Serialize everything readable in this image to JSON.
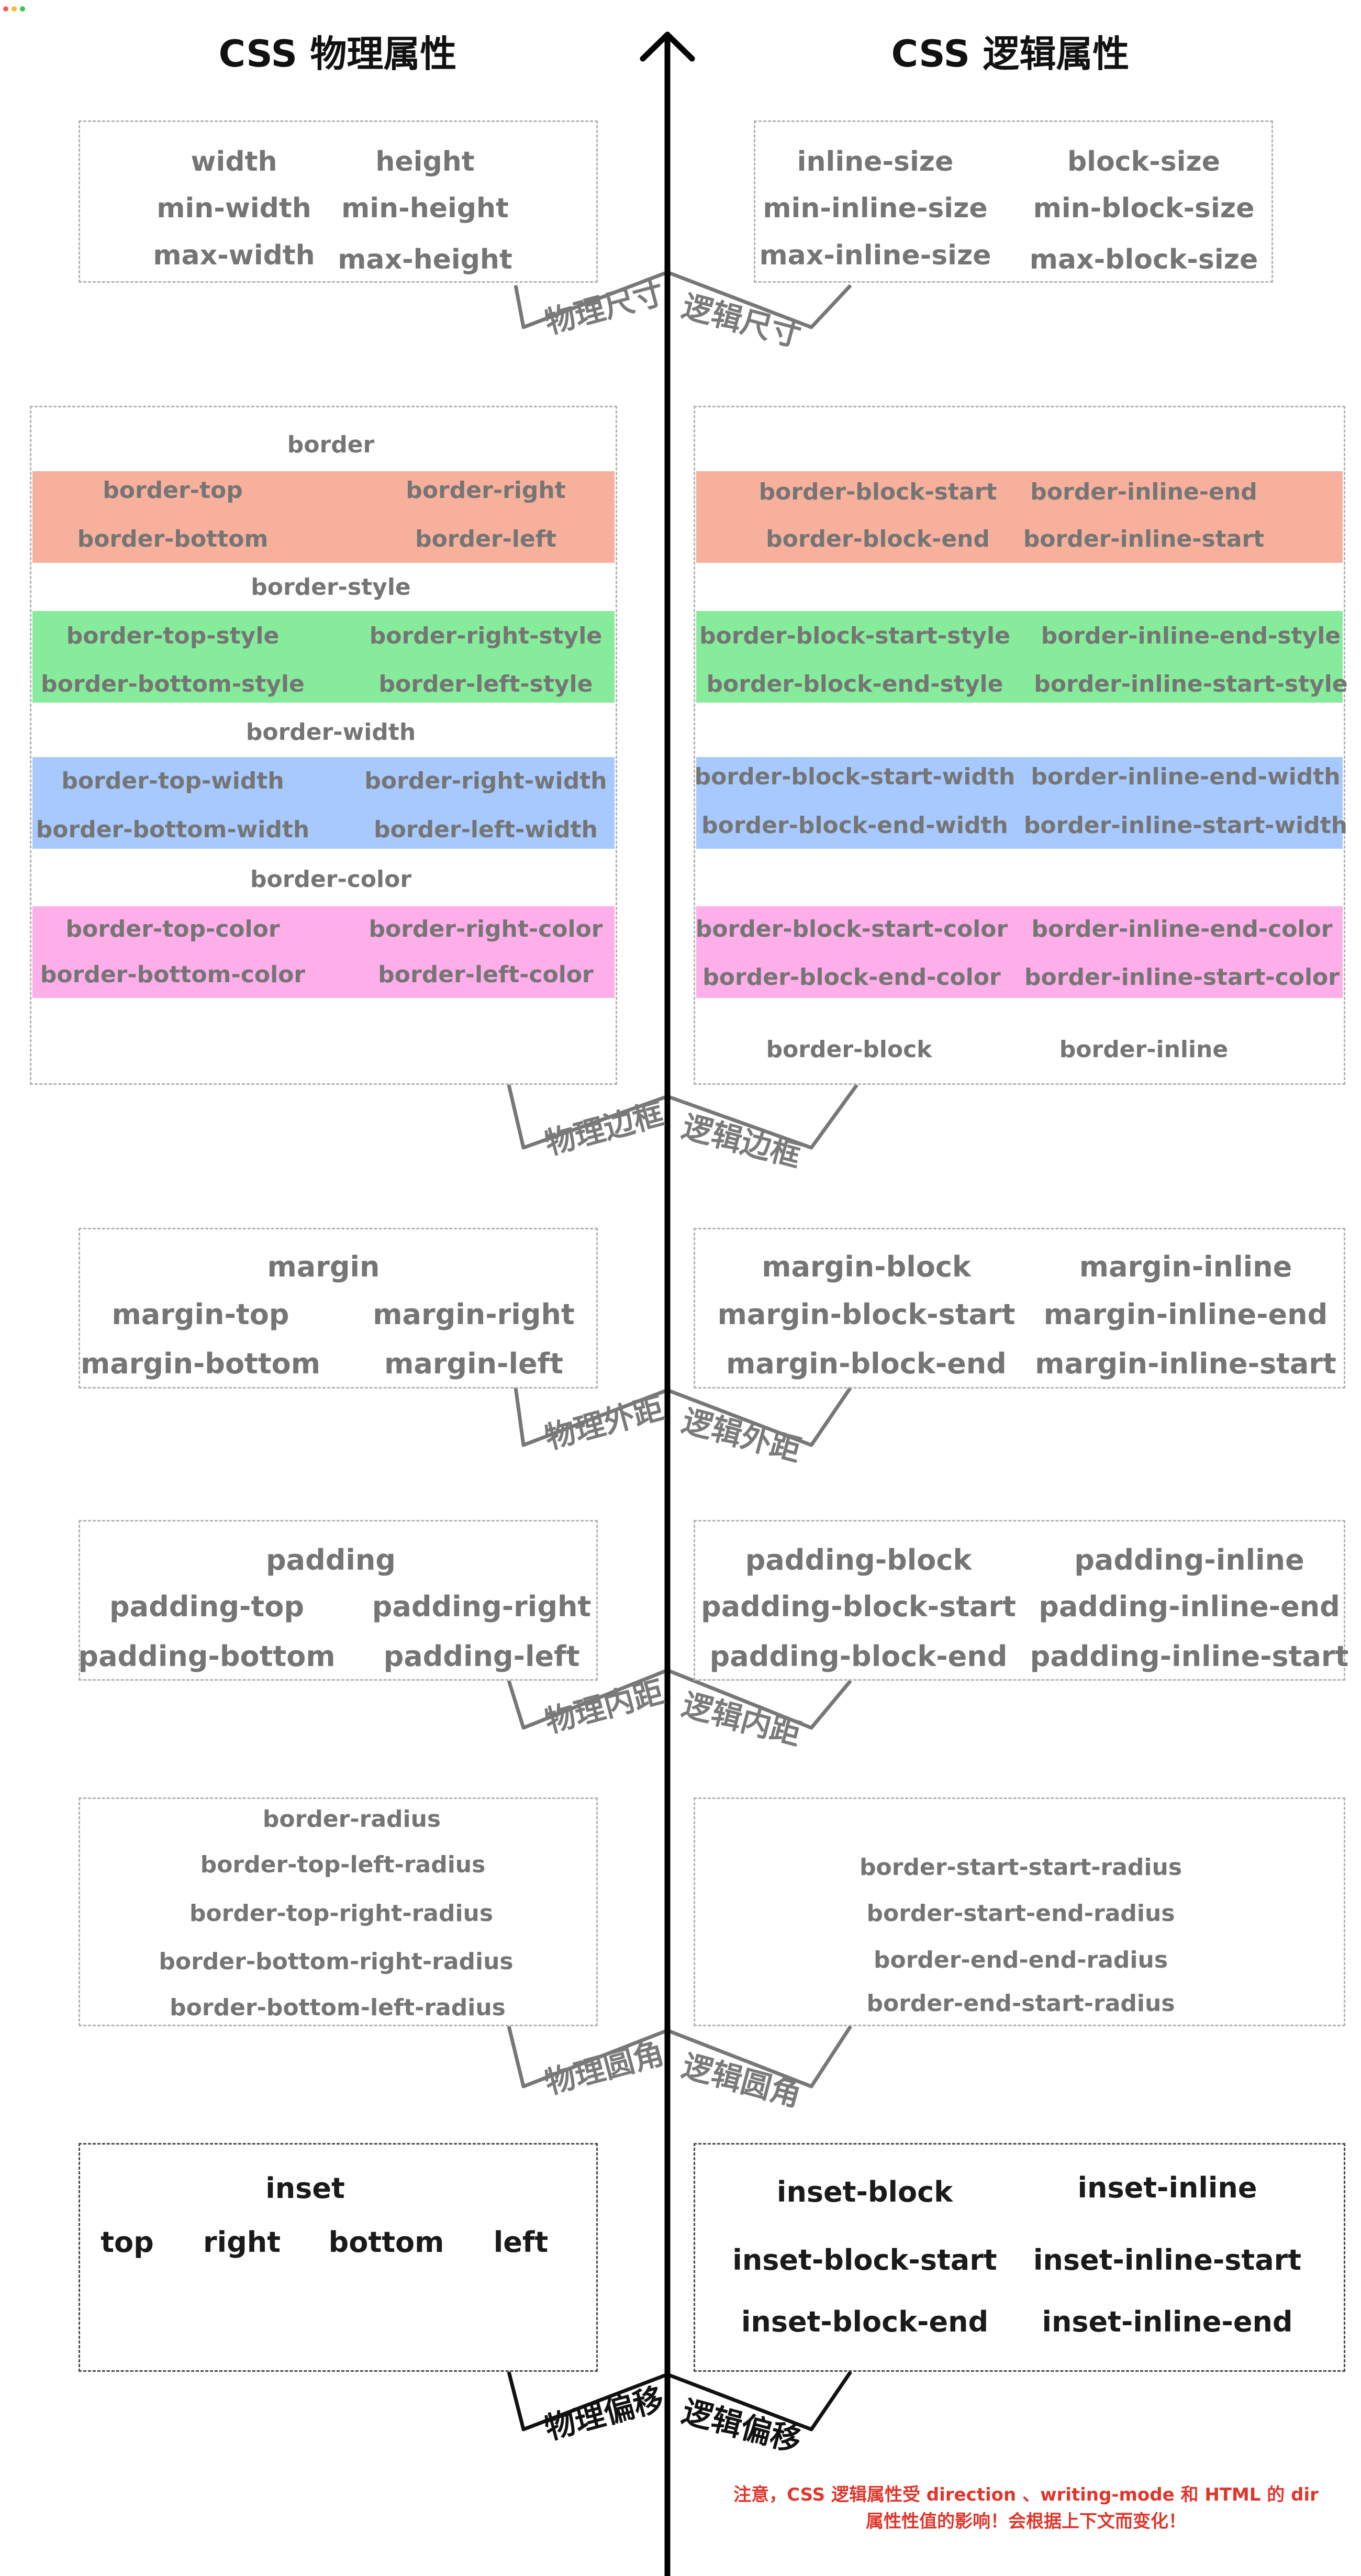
{
  "titles": {
    "physical": "CSS 物理属性",
    "logical": "CSS 逻辑属性"
  },
  "colors": {
    "red_band": "#f6b09c",
    "green_band": "#86ec9b",
    "blue_band": "#a7c9fd",
    "pink_band": "#feaee8",
    "note": "#e0352b"
  },
  "size": {
    "physical": [
      "width",
      "height",
      "min-width",
      "min-height",
      "max-width",
      "max-height"
    ],
    "logical": [
      "inline-size",
      "block-size",
      "min-inline-size",
      "min-block-size",
      "max-inline-size",
      "max-block-size"
    ],
    "label_physical": "物理尺寸",
    "label_logical": "逻辑尺寸"
  },
  "border": {
    "physical": [
      "border",
      "border-top",
      "border-right",
      "border-bottom",
      "border-left",
      "border-style",
      "border-top-style",
      "border-right-style",
      "border-bottom-style",
      "border-left-style",
      "border-width",
      "border-top-width",
      "border-right-width",
      "border-bottom-width",
      "border-left-width",
      "border-color",
      "border-top-color",
      "border-right-color",
      "border-bottom-color",
      "border-left-color"
    ],
    "logical": [
      "border-block-start",
      "border-inline-end",
      "border-block-end",
      "border-inline-start",
      "border-block-start-style",
      "border-inline-end-style",
      "border-block-end-style",
      "border-inline-start-style",
      "border-block-start-width",
      "border-inline-end-width",
      "border-block-end-width",
      "border-inline-start-width",
      "border-block-start-color",
      "border-inline-end-color",
      "border-block-end-color",
      "border-inline-start-color",
      "border-block",
      "border-inline"
    ],
    "label_physical": "物理边框",
    "label_logical": "逻辑边框"
  },
  "margin": {
    "physical": [
      "margin",
      "margin-top",
      "margin-right",
      "margin-bottom",
      "margin-left"
    ],
    "logical": [
      "margin-block",
      "margin-inline",
      "margin-block-start",
      "margin-inline-end",
      "margin-block-end",
      "margin-inline-start"
    ],
    "label_physical": "物理外距",
    "label_logical": "逻辑外距"
  },
  "padding": {
    "physical": [
      "padding",
      "padding-top",
      "padding-right",
      "padding-bottom",
      "padding-left"
    ],
    "logical": [
      "padding-block",
      "padding-inline",
      "padding-block-start",
      "padding-inline-end",
      "padding-block-end",
      "padding-inline-start"
    ],
    "label_physical": "物理内距",
    "label_logical": "逻辑内距"
  },
  "radius": {
    "physical": [
      "border-radius",
      "border-top-left-radius",
      "border-top-right-radius",
      "border-bottom-right-radius",
      "border-bottom-left-radius"
    ],
    "logical": [
      "border-start-start-radius",
      "border-start-end-radius",
      "border-end-end-radius",
      "border-end-start-radius"
    ],
    "label_physical": "物理圆角",
    "label_logical": "逻辑圆角"
  },
  "inset": {
    "physical": [
      "inset",
      "top",
      "right",
      "bottom",
      "left"
    ],
    "logical": [
      "inset-block",
      "inset-inline",
      "inset-block-start",
      "inset-inline-start",
      "inset-block-end",
      "inset-inline-end"
    ],
    "label_physical": "物理偏移",
    "label_logical": "逻辑偏移"
  },
  "note": {
    "line1": "注意，CSS 逻辑属性受 direction 、writing-mode 和 HTML 的 dir",
    "line2": "属性性值的影响！会根据上下文而变化！"
  }
}
